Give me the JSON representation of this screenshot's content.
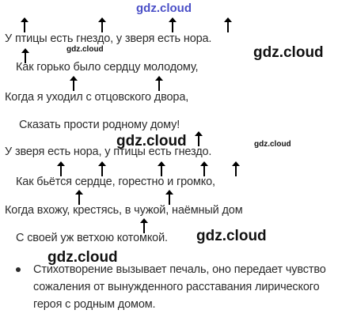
{
  "watermarks": {
    "top": "gdz.cloud",
    "small_1": "gdz.cloud",
    "big_1": "gdz.cloud",
    "big_2": "gdz.cloud",
    "small_2": "gdz.cloud",
    "big_3": "gdz.cloud",
    "big_4": "gdz.cloud"
  },
  "poem": {
    "lines": [
      "У птицы есть гнездо, у зверя есть нора.",
      "Как горько было сердцу молодому,",
      "Когда я уходил с отцовского двора,",
      "Сказать прости родному дому!",
      "У зверя есть нора, у птицы есть гнездо.",
      "Как бьётся сердце, горестно и громко,",
      "Когда вхожу, крестясь, в чужой, наёмный дом",
      "С своей уж ветхою котомкой."
    ]
  },
  "conclusion": {
    "text": "Стихотворение вызывает печаль, оно передает чувство сожаления от вынужденного расставания лирического героя с родным домом."
  },
  "icons": {
    "stress_mark": "up-arrow-icon"
  }
}
